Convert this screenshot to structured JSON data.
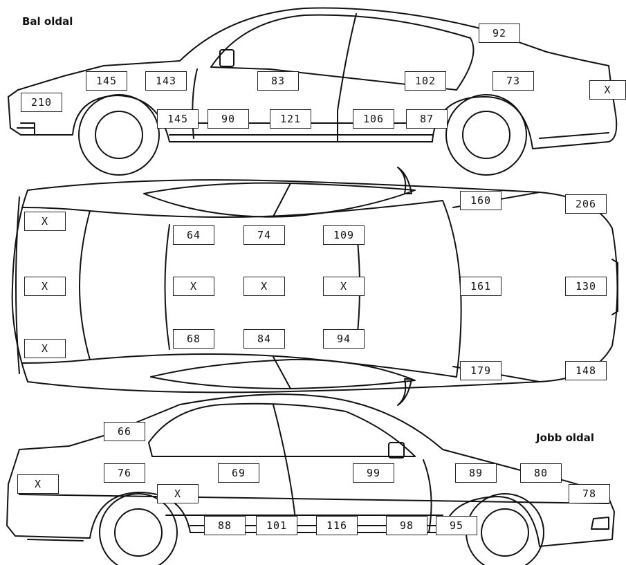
{
  "labels": {
    "left_side": "Bal oldal",
    "right_side": "Jobb oldal"
  },
  "left_side": [
    "92",
    "145",
    "143",
    "83",
    "102",
    "73",
    "X",
    "210",
    "145",
    "90",
    "121",
    "106",
    "87"
  ],
  "top_view": [
    "160",
    "206",
    "X",
    "64",
    "74",
    "109",
    "X",
    "X",
    "X",
    "X",
    "161",
    "130",
    "X",
    "68",
    "84",
    "94",
    "179",
    "148"
  ],
  "right_side": [
    "66",
    "76",
    "69",
    "99",
    "89",
    "80",
    "X",
    "X",
    "78",
    "88",
    "101",
    "116",
    "98",
    "95"
  ]
}
